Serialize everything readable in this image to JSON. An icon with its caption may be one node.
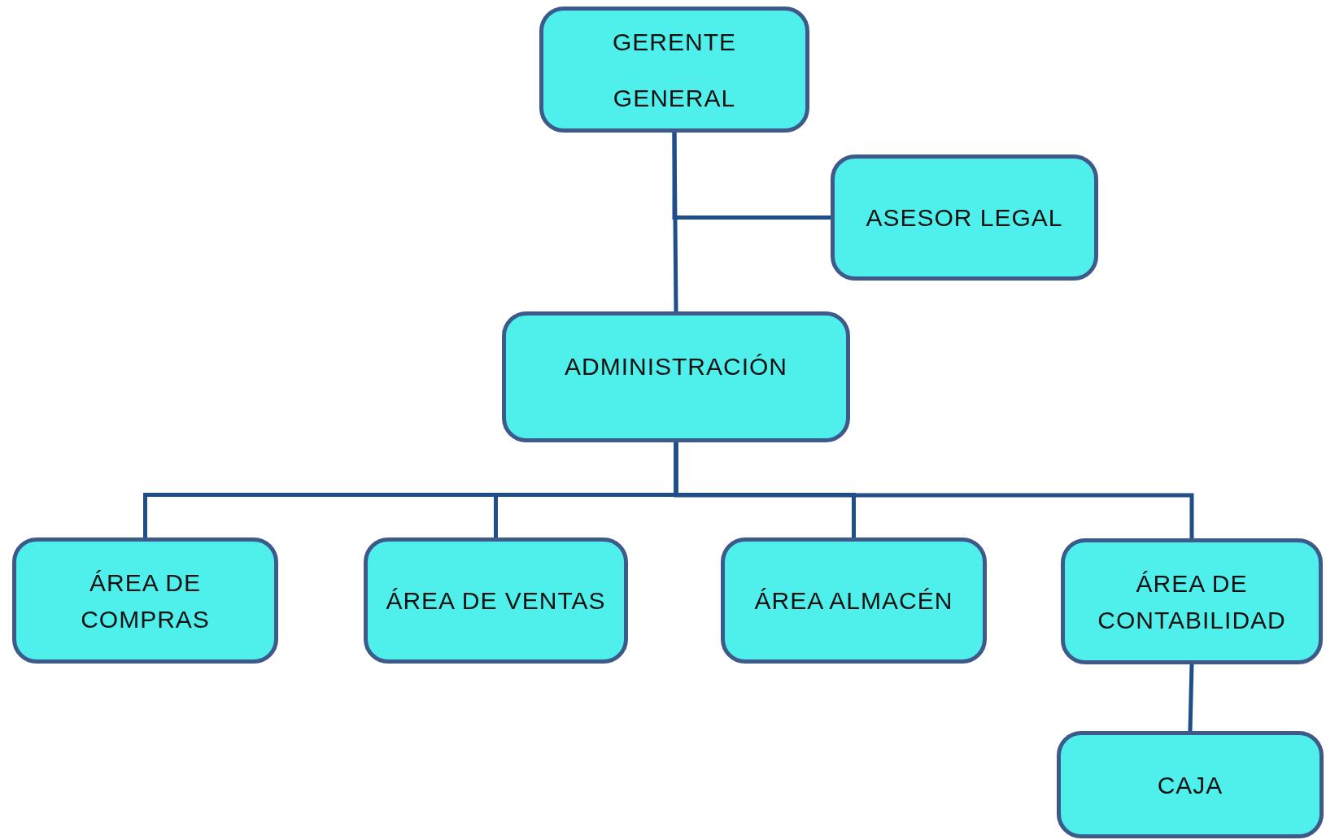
{
  "diagram": {
    "nodes": [
      {
        "text": [
          "GERENTE GENERAL"
        ]
      },
      {
        "text": [
          "ASESOR LEGAL"
        ]
      },
      {
        "text": [
          "ADMINISTRACIÓN"
        ]
      },
      {
        "text": [
          "ÁREA DE COMPRAS"
        ]
      },
      {
        "text": [
          "ÁREA DE VENTAS"
        ]
      },
      {
        "text": [
          "ÁREA ALMACÉN"
        ]
      },
      {
        "text": [
          "ÁREA DE CONTABILIDAD"
        ]
      },
      {
        "text": [
          "CAJA"
        ]
      }
    ],
    "edges": [
      {
        "from": 0,
        "to": 1,
        "arrow": "none"
      },
      {
        "from": 0,
        "to": 2,
        "arrow": "none"
      },
      {
        "from": 2,
        "to": 3,
        "arrow": "none"
      },
      {
        "from": 2,
        "to": 4,
        "arrow": "none"
      },
      {
        "from": 2,
        "to": 5,
        "arrow": "none"
      },
      {
        "from": 2,
        "to": 6,
        "arrow": "none"
      },
      {
        "from": 6,
        "to": 7,
        "arrow": "none"
      }
    ]
  }
}
